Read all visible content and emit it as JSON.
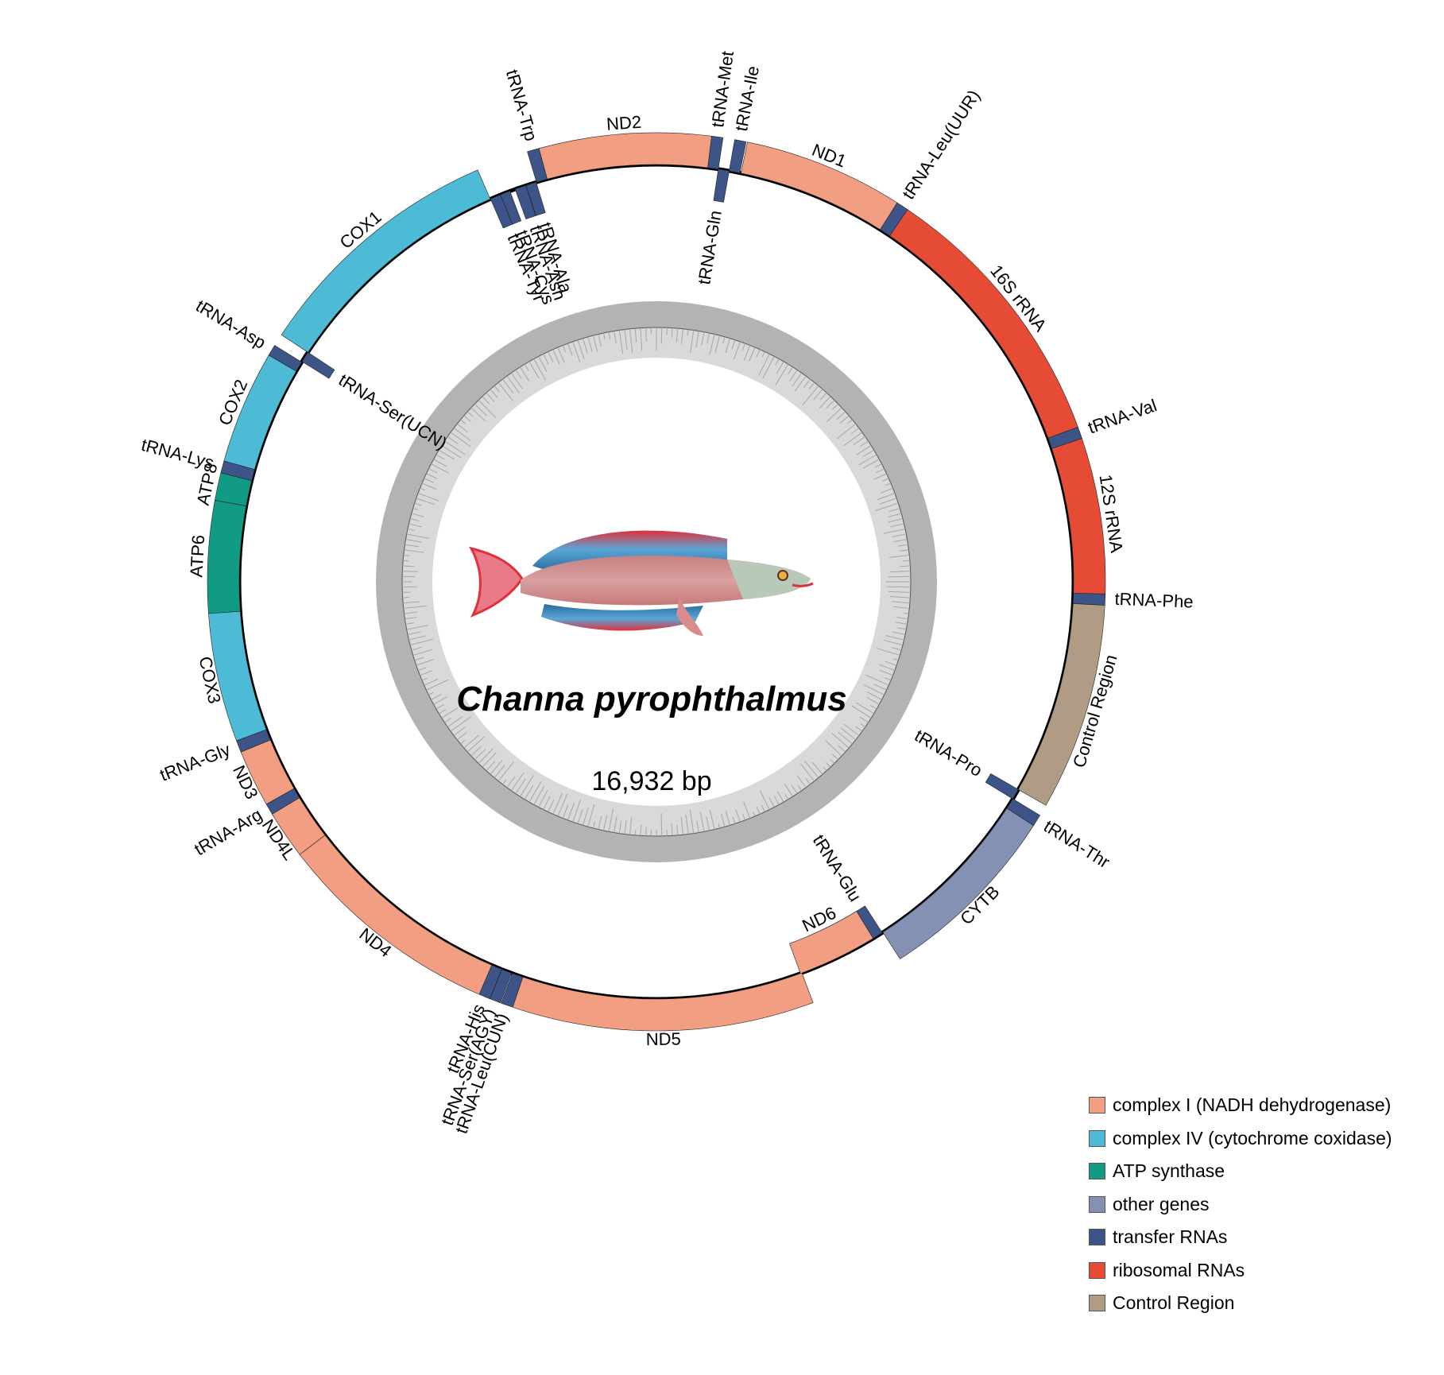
{
  "title": "Channa pyrophthalmus",
  "genome_size": "16,932 bp",
  "colors": {
    "complex_I": "#F29E82",
    "complex_IV": "#4DBBD5",
    "atp": "#119B84",
    "other": "#8491B4",
    "trna": "#3C5488",
    "rrna": "#E64B35",
    "control": "#B09C85",
    "gc_outer": "#b3b3b3",
    "gc_inner": "#d9d9d9"
  },
  "genes": [
    {
      "name": "tRNA-Phe",
      "type": "trna",
      "start": 0,
      "end": 68,
      "strand": "H",
      "label": "tRNA-Phe"
    },
    {
      "name": "12S rRNA",
      "type": "rrna",
      "start": 68,
      "end": 1017,
      "strand": "H",
      "label": "12S rRNA"
    },
    {
      "name": "tRNA-Val",
      "type": "trna",
      "start": 1017,
      "end": 1089,
      "strand": "H",
      "label": "tRNA-Val"
    },
    {
      "name": "16S rRNA",
      "type": "rrna",
      "start": 1089,
      "end": 2775,
      "strand": "H",
      "label": "16S rRNA"
    },
    {
      "name": "tRNA-Leu(UUR)",
      "type": "trna",
      "start": 2775,
      "end": 2849,
      "strand": "H",
      "label": "tRNA-Leu(UUR)"
    },
    {
      "name": "ND1",
      "type": "complex_I",
      "start": 2849,
      "end": 3824,
      "strand": "H",
      "label": "ND1"
    },
    {
      "name": "tRNA-Ile",
      "type": "trna",
      "start": 3832,
      "end": 3902,
      "strand": "H",
      "label": "tRNA-Ile"
    },
    {
      "name": "tRNA-Gln",
      "type": "trna",
      "start": 3902,
      "end": 3973,
      "strand": "L",
      "label": "tRNA-Gln"
    },
    {
      "name": "tRNA-Met",
      "type": "trna",
      "start": 3973,
      "end": 4042,
      "strand": "H",
      "label": "tRNA-Met"
    },
    {
      "name": "ND2",
      "type": "complex_I",
      "start": 4042,
      "end": 5088,
      "strand": "H",
      "label": "ND2"
    },
    {
      "name": "tRNA-Trp",
      "type": "trna",
      "start": 5088,
      "end": 5160,
      "strand": "H",
      "label": "tRNA-Trp"
    },
    {
      "name": "tRNA-Ala",
      "type": "trna",
      "start": 5162,
      "end": 5231,
      "strand": "L",
      "label": "tRNA-Ala"
    },
    {
      "name": "tRNA-Asn",
      "type": "trna",
      "start": 5233,
      "end": 5305,
      "strand": "L",
      "label": "tRNA-Asn"
    },
    {
      "name": "tRNA-Cys",
      "type": "trna",
      "start": 5341,
      "end": 5407,
      "strand": "L",
      "label": "tRNA-Cys"
    },
    {
      "name": "tRNA-Tyr",
      "type": "trna",
      "start": 5407,
      "end": 5476,
      "strand": "L",
      "label": "tRNA-Tyr"
    },
    {
      "name": "COX1",
      "type": "complex_IV",
      "start": 5478,
      "end": 7038,
      "strand": "H",
      "label": "COX1"
    },
    {
      "name": "tRNA-Ser(UCN)",
      "type": "trna",
      "start": 7038,
      "end": 7109,
      "strand": "L",
      "label": "tRNA-Ser(UCN)"
    },
    {
      "name": "tRNA-Asp",
      "type": "trna",
      "start": 7113,
      "end": 7182,
      "strand": "H",
      "label": "tRNA-Asp"
    },
    {
      "name": "COX2",
      "type": "complex_IV",
      "start": 7182,
      "end": 7873,
      "strand": "H",
      "label": "COX2"
    },
    {
      "name": "tRNA-Lys",
      "type": "trna",
      "start": 7873,
      "end": 7947,
      "strand": "H",
      "label": "tRNA-Lys"
    },
    {
      "name": "ATP8",
      "type": "atp",
      "start": 7947,
      "end": 8115,
      "strand": "H",
      "label": "ATP8"
    },
    {
      "name": "ATP6",
      "type": "atp",
      "start": 8115,
      "end": 8798,
      "strand": "H",
      "label": "ATP6"
    },
    {
      "name": "COX3",
      "type": "complex_IV",
      "start": 8798,
      "end": 9583,
      "strand": "H",
      "label": "COX3"
    },
    {
      "name": "tRNA-Gly",
      "type": "trna",
      "start": 9583,
      "end": 9655,
      "strand": "H",
      "label": "tRNA-Gly"
    },
    {
      "name": "ND3",
      "type": "complex_I",
      "start": 9655,
      "end": 10004,
      "strand": "H",
      "label": "ND3"
    },
    {
      "name": "tRNA-Arg",
      "type": "trna",
      "start": 10004,
      "end": 10073,
      "strand": "H",
      "label": "tRNA-Arg"
    },
    {
      "name": "ND4L",
      "type": "complex_I",
      "start": 10073,
      "end": 10370,
      "strand": "H",
      "label": "ND4L"
    },
    {
      "name": "ND4",
      "type": "complex_I",
      "start": 10366,
      "end": 11747,
      "strand": "H",
      "label": "ND4"
    },
    {
      "name": "tRNA-His",
      "type": "trna",
      "start": 11747,
      "end": 11816,
      "strand": "H",
      "label": "tRNA-His"
    },
    {
      "name": "tRNA-Ser(AGY)",
      "type": "trna",
      "start": 11817,
      "end": 11884,
      "strand": "H",
      "label": "tRNA-Ser(AGY)"
    },
    {
      "name": "tRNA-Leu(CUN)",
      "type": "trna",
      "start": 11889,
      "end": 11962,
      "strand": "H",
      "label": "tRNA-Leu(CUN)"
    },
    {
      "name": "ND5",
      "type": "complex_I",
      "start": 11962,
      "end": 13800,
      "strand": "H",
      "label": "ND5"
    },
    {
      "name": "ND6",
      "type": "complex_I",
      "start": 13790,
      "end": 14312,
      "strand": "L",
      "label": "ND6"
    },
    {
      "name": "tRNA-Glu",
      "type": "trna",
      "start": 14312,
      "end": 14381,
      "strand": "L",
      "label": "tRNA-Glu"
    },
    {
      "name": "CYTB",
      "type": "other",
      "start": 14386,
      "end": 15527,
      "strand": "H",
      "label": "CYTB"
    },
    {
      "name": "tRNA-Thr",
      "type": "trna",
      "start": 15527,
      "end": 15599,
      "strand": "H",
      "label": "tRNA-Thr"
    },
    {
      "name": "tRNA-Pro",
      "type": "trna",
      "start": 15599,
      "end": 15669,
      "strand": "L",
      "label": "tRNA-Pro"
    },
    {
      "name": "Control Region",
      "type": "control",
      "start": 15669,
      "end": 16932,
      "strand": "H",
      "label": "Control Region"
    }
  ],
  "legend": [
    {
      "label": "complex I (NADH dehydrogenase)",
      "color": "#F29E82"
    },
    {
      "label": "complex IV (cytochrome coxidase)",
      "color": "#4DBBD5"
    },
    {
      "label": "ATP synthase",
      "color": "#119B84"
    },
    {
      "label": "other genes",
      "color": "#8491B4"
    },
    {
      "label": "transfer RNAs",
      "color": "#3C5488"
    },
    {
      "label": "ribosomal RNAs",
      "color": "#E64B35"
    },
    {
      "label": "Control Region",
      "color": "#B09C85"
    }
  ],
  "fish_image": "fish-illustration"
}
